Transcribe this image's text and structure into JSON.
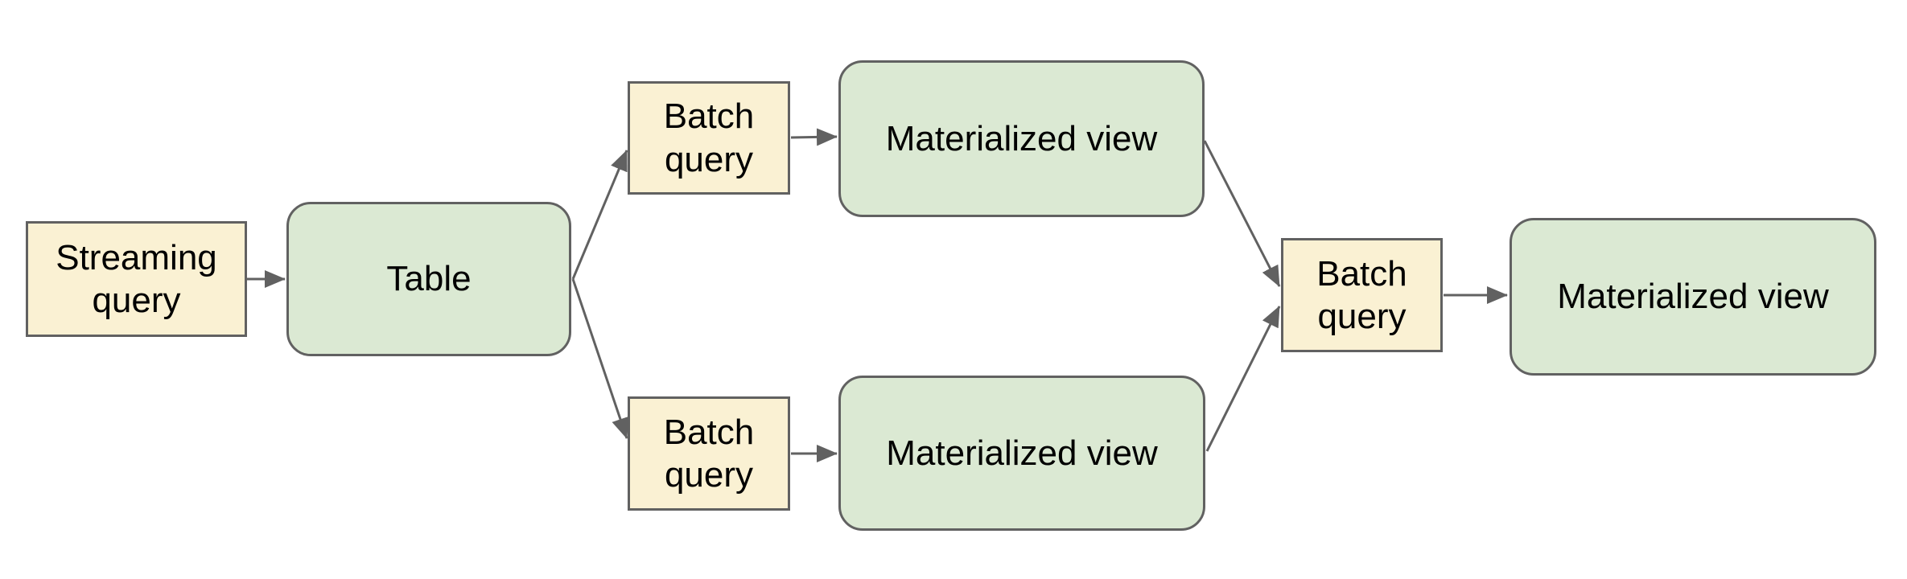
{
  "diagram": {
    "type": "flowchart",
    "nodes": [
      {
        "id": "streaming-query",
        "label": "Streaming query",
        "kind": "query"
      },
      {
        "id": "table",
        "label": "Table",
        "kind": "data"
      },
      {
        "id": "batch-query-top",
        "label": "Batch query",
        "kind": "query"
      },
      {
        "id": "materialized-view-top",
        "label": "Materialized view",
        "kind": "data"
      },
      {
        "id": "batch-query-bottom",
        "label": "Batch query",
        "kind": "query"
      },
      {
        "id": "materialized-view-bottom",
        "label": "Materialized view",
        "kind": "data"
      },
      {
        "id": "batch-query-right",
        "label": "Batch query",
        "kind": "query"
      },
      {
        "id": "materialized-view-final",
        "label": "Materialized view",
        "kind": "data"
      }
    ],
    "edges": [
      {
        "from": "streaming-query",
        "to": "table"
      },
      {
        "from": "table",
        "to": "batch-query-top"
      },
      {
        "from": "table",
        "to": "batch-query-bottom"
      },
      {
        "from": "batch-query-top",
        "to": "materialized-view-top"
      },
      {
        "from": "batch-query-bottom",
        "to": "materialized-view-bottom"
      },
      {
        "from": "materialized-view-top",
        "to": "batch-query-right"
      },
      {
        "from": "materialized-view-bottom",
        "to": "batch-query-right"
      },
      {
        "from": "batch-query-right",
        "to": "materialized-view-final"
      }
    ],
    "colors": {
      "query_fill": "#faf1d3",
      "data_fill": "#dbe9d3",
      "border": "#616161",
      "arrow": "#616161",
      "text": "#000000",
      "background": "#ffffff"
    }
  }
}
